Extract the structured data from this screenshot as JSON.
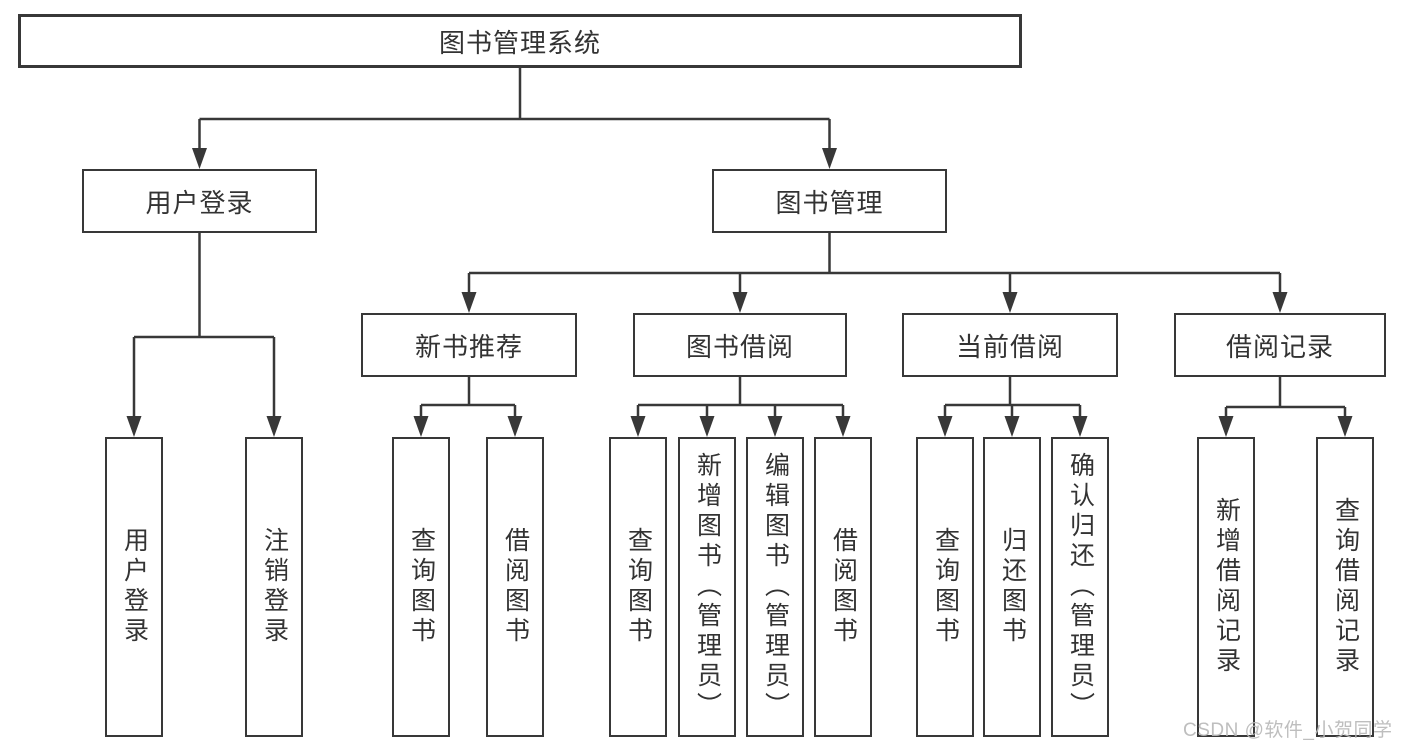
{
  "diagram": {
    "root": {
      "label": "图书管理系统"
    },
    "level2": [
      {
        "label": "用户登录"
      },
      {
        "label": "图书管理"
      }
    ],
    "level3": [
      {
        "label": "新书推荐"
      },
      {
        "label": "图书借阅"
      },
      {
        "label": "当前借阅"
      },
      {
        "label": "借阅记录"
      }
    ],
    "leaves": [
      {
        "label": "用户登录"
      },
      {
        "label": "注销登录"
      },
      {
        "label": "查询图书"
      },
      {
        "label": "借阅图书"
      },
      {
        "label": "查询图书"
      },
      {
        "label": "新增图书（管理员）"
      },
      {
        "label": "编辑图书（管理员）"
      },
      {
        "label": "借阅图书"
      },
      {
        "label": "查询图书"
      },
      {
        "label": "归还图书"
      },
      {
        "label": "确认归还（管理员）"
      },
      {
        "label": "新增借阅记录"
      },
      {
        "label": "查询借阅记录"
      }
    ]
  },
  "watermark": {
    "text": "CSDN @软件_小贺同学"
  },
  "colors": {
    "line": "#383838",
    "box_border": "#383838",
    "text": "#333333",
    "watermark": "#b8b8b8",
    "background": "#ffffff"
  }
}
